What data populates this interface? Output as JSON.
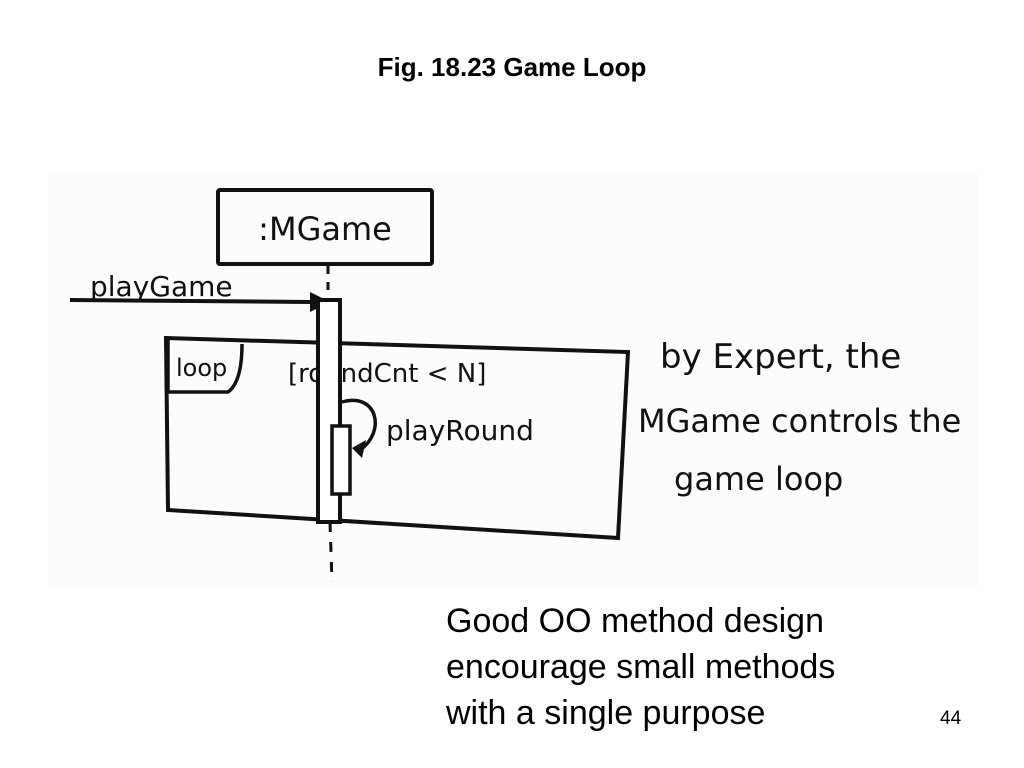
{
  "slide": {
    "title": "Fig. 18.23 Game Loop",
    "page_number": "44"
  },
  "diagram": {
    "lifeline": ":MGame",
    "incoming_message": "playGame",
    "fragment_operator": "loop",
    "guard": "[roundCnt < N]",
    "self_message": "playRound",
    "note_lines": [
      "by Expert, the",
      "MGame controls the",
      "game loop"
    ]
  },
  "caption": {
    "lines": [
      "Good OO method design",
      "encourage small methods",
      "with a single purpose"
    ]
  }
}
